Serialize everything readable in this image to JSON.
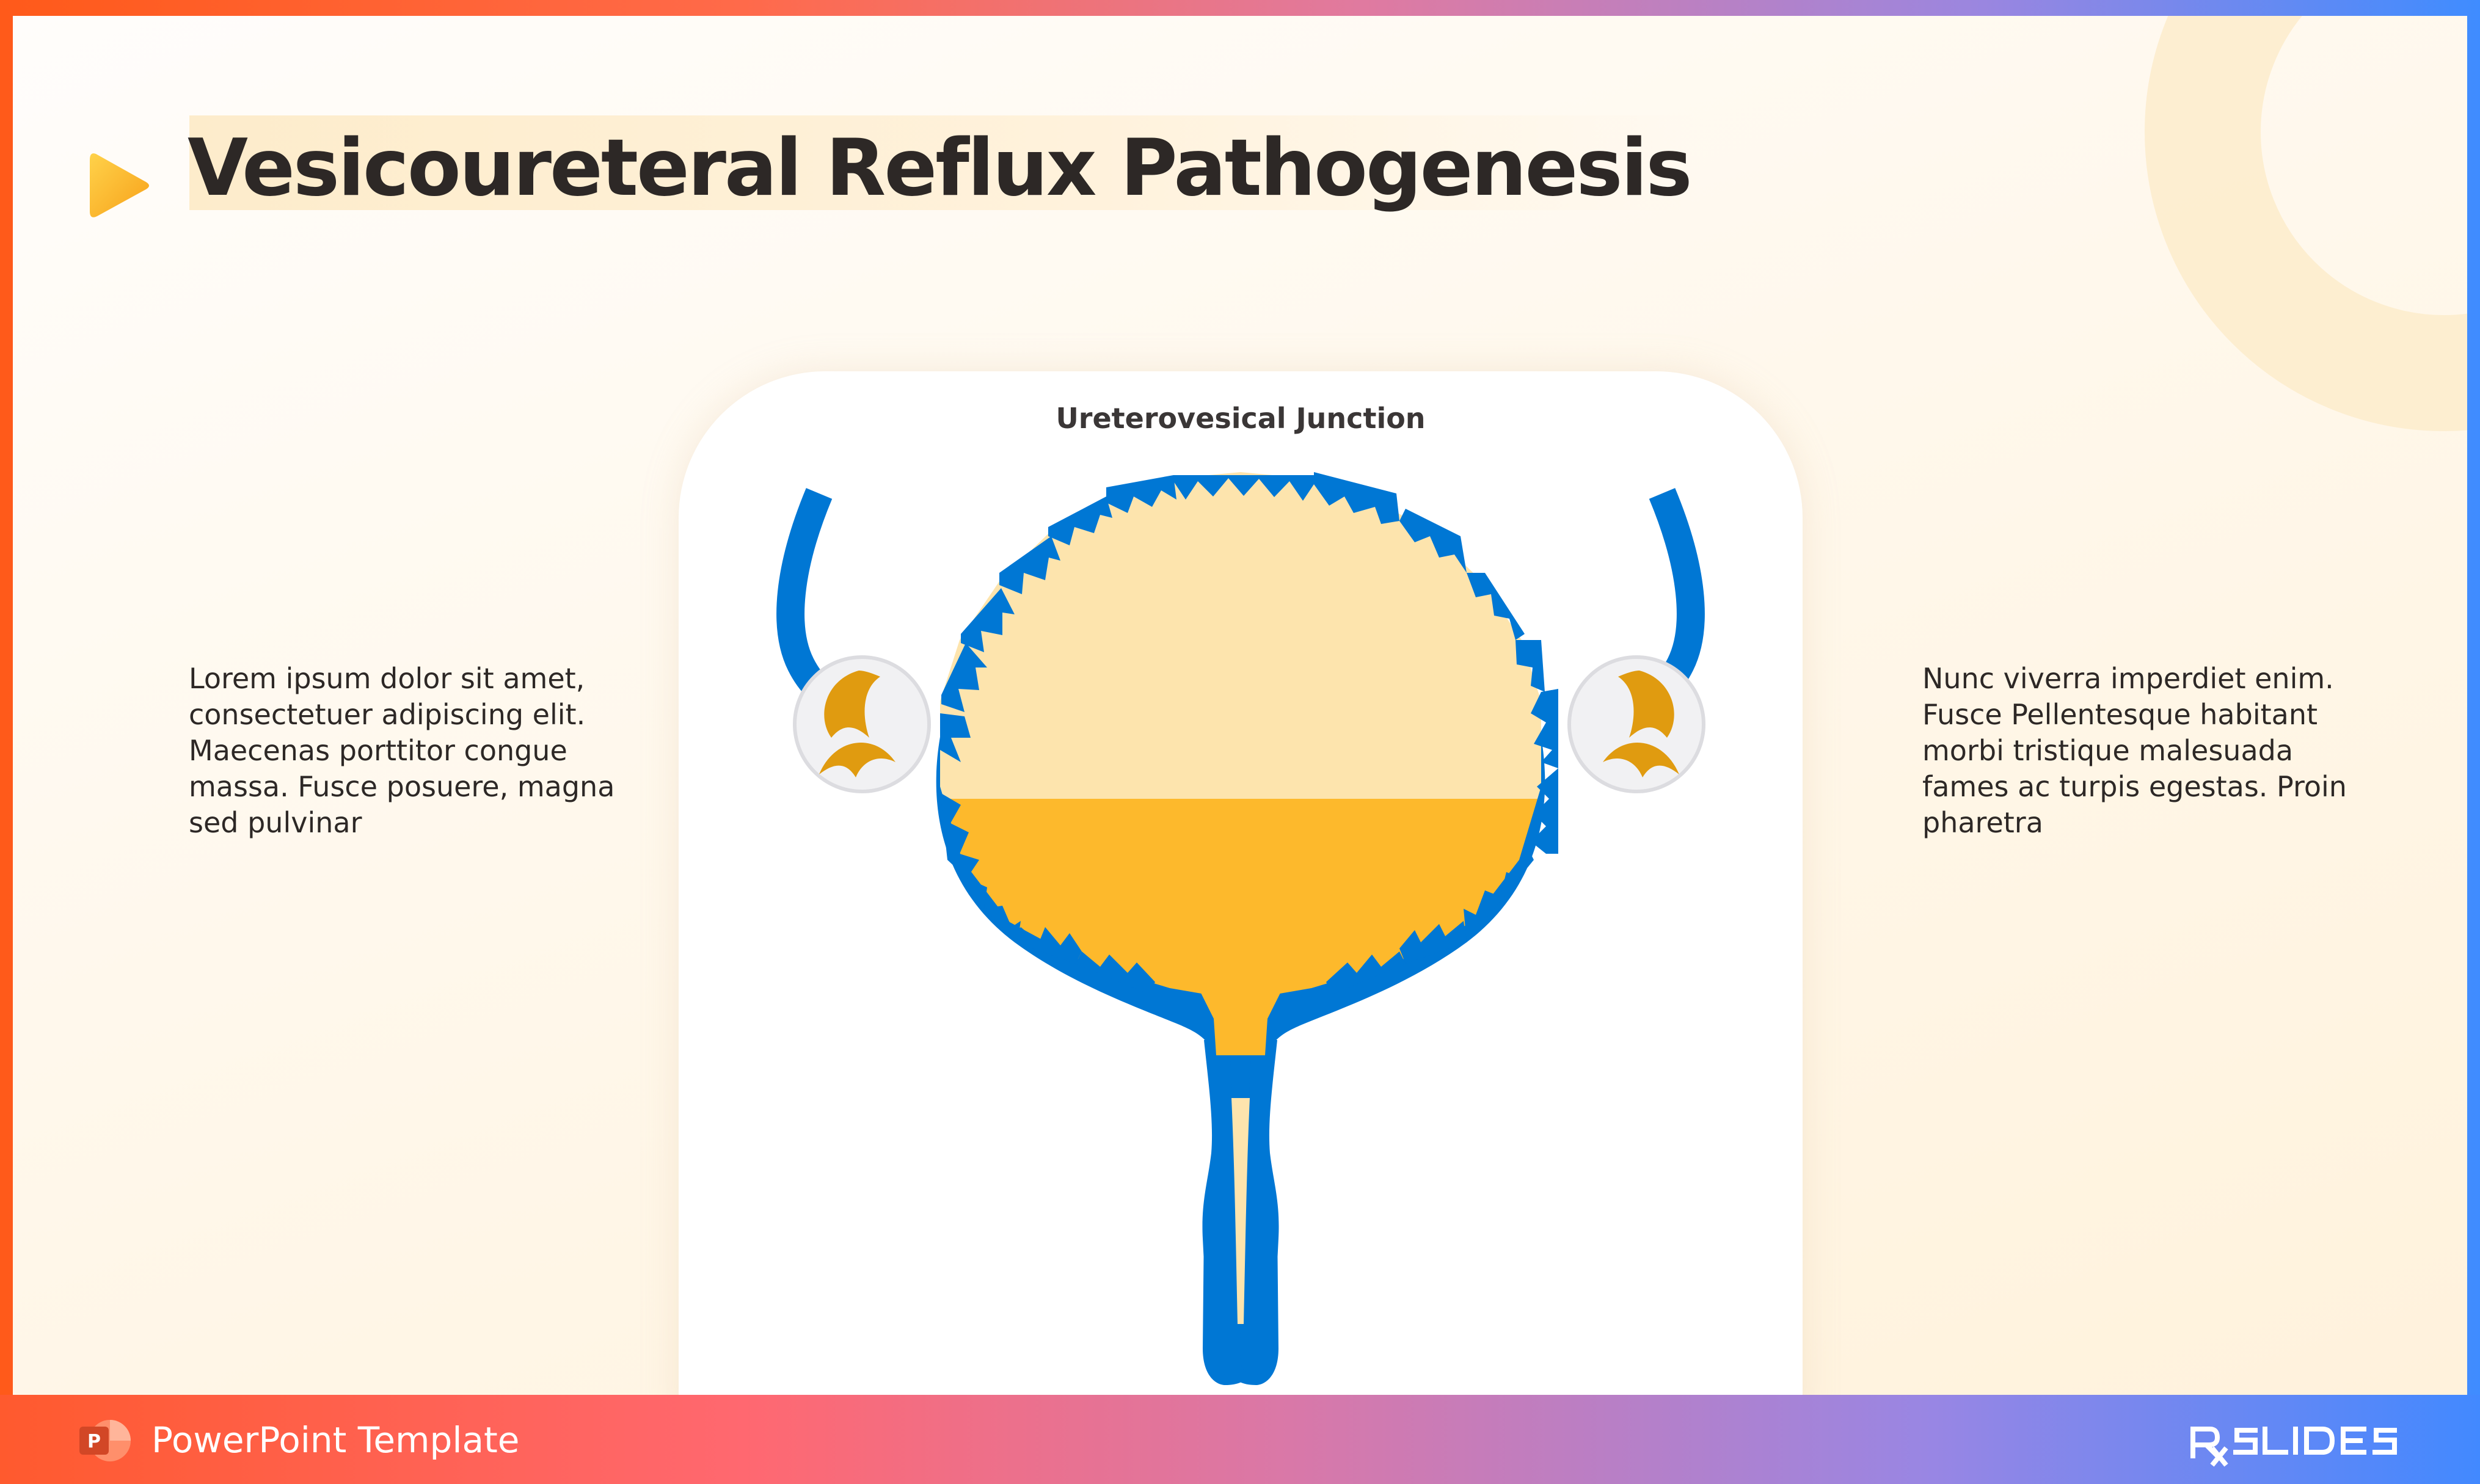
{
  "slide": {
    "title": "Vesicoureteral Reflux Pathogenesis",
    "left_text": "Lorem ipsum dolor sit amet, consectetuer adipiscing elit. Maecenas porttitor congue massa. Fusce posuere, magna sed pulvinar",
    "right_text": "Nunc viverra imperdiet enim. Fusce Pellentesque habitant morbi tristique malesuada fames ac turpis egestas. Proin pharetra"
  },
  "diagram": {
    "heading": "Ureterovesical Junction",
    "icon_names": [
      "bladder-illustration",
      "left-valve-icon",
      "right-valve-icon"
    ]
  },
  "footer": {
    "label": "PowerPoint Template",
    "brand_name": "RXSLIDES",
    "icon_names": [
      "powerpoint-icon",
      "rxslides-logo"
    ]
  },
  "colors": {
    "accent_orange": "#f9a61a",
    "bladder_blue": "#0077d4",
    "urine_dark": "#fdb92c",
    "urine_light": "#fde4ad",
    "title_text": "#2d2826"
  }
}
